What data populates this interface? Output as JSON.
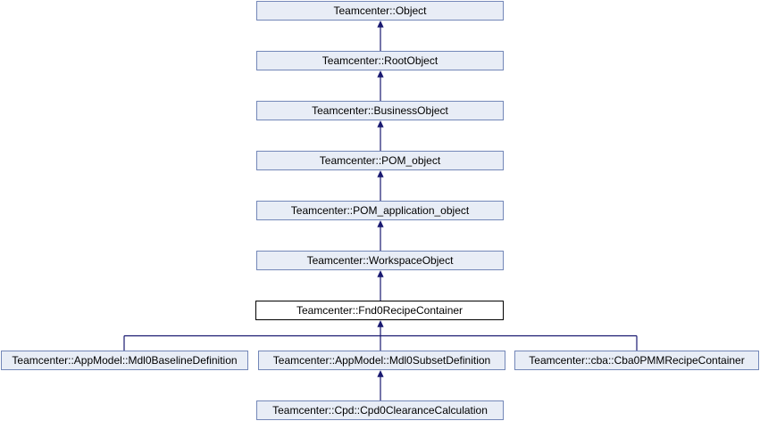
{
  "diagram": {
    "type": "class-inheritance-graph",
    "current_class": "Teamcenter::Fnd0RecipeContainer",
    "nodes": [
      {
        "id": "object",
        "label": "Teamcenter::Object",
        "current": false
      },
      {
        "id": "root-object",
        "label": "Teamcenter::RootObject",
        "current": false
      },
      {
        "id": "business-object",
        "label": "Teamcenter::BusinessObject",
        "current": false
      },
      {
        "id": "pom-object",
        "label": "Teamcenter::POM_object",
        "current": false
      },
      {
        "id": "pom-application-object",
        "label": "Teamcenter::POM_application_object",
        "current": false
      },
      {
        "id": "workspace-object",
        "label": "Teamcenter::WorkspaceObject",
        "current": false
      },
      {
        "id": "fnd0-recipe-container",
        "label": "Teamcenter::Fnd0RecipeContainer",
        "current": true
      },
      {
        "id": "mdl0-baseline-definition",
        "label": "Teamcenter::AppModel::Mdl0BaselineDefinition",
        "current": false
      },
      {
        "id": "mdl0-subset-definition",
        "label": "Teamcenter::AppModel::Mdl0SubsetDefinition",
        "current": false
      },
      {
        "id": "cba0-pmm-recipe-container",
        "label": "Teamcenter::cba::Cba0PMMRecipeContainer",
        "current": false
      },
      {
        "id": "cpd0-clearance-calculation",
        "label": "Teamcenter::Cpd::Cpd0ClearanceCalculation",
        "current": false
      }
    ],
    "edges": [
      {
        "child": "Teamcenter::RootObject",
        "parent": "Teamcenter::Object"
      },
      {
        "child": "Teamcenter::BusinessObject",
        "parent": "Teamcenter::RootObject"
      },
      {
        "child": "Teamcenter::POM_object",
        "parent": "Teamcenter::BusinessObject"
      },
      {
        "child": "Teamcenter::POM_application_object",
        "parent": "Teamcenter::POM_object"
      },
      {
        "child": "Teamcenter::WorkspaceObject",
        "parent": "Teamcenter::POM_application_object"
      },
      {
        "child": "Teamcenter::Fnd0RecipeContainer",
        "parent": "Teamcenter::WorkspaceObject"
      },
      {
        "child": "Teamcenter::AppModel::Mdl0BaselineDefinition",
        "parent": "Teamcenter::Fnd0RecipeContainer"
      },
      {
        "child": "Teamcenter::AppModel::Mdl0SubsetDefinition",
        "parent": "Teamcenter::Fnd0RecipeContainer"
      },
      {
        "child": "Teamcenter::cba::Cba0PMMRecipeContainer",
        "parent": "Teamcenter::Fnd0RecipeContainer"
      },
      {
        "child": "Teamcenter::Cpd::Cpd0ClearanceCalculation",
        "parent": "Teamcenter::AppModel::Mdl0SubsetDefinition"
      }
    ],
    "colors": {
      "node_fill": "#e8edf6",
      "node_border": "#7387b8",
      "current_fill": "#ffffff",
      "current_border": "#000000",
      "edge": "#191970",
      "text": "#000000",
      "background": "#ffffff"
    }
  }
}
